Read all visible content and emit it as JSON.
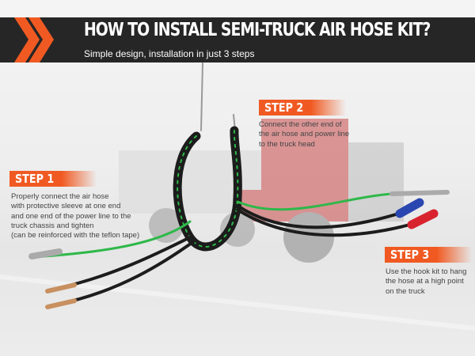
{
  "header": {
    "title": "HOW TO INSTALL SEMI-TRUCK AIR HOSE KIT?",
    "subtitle": "Simple design, installation in just 3 steps"
  },
  "steps": [
    {
      "label": "STEP 1",
      "lines": [
        "Properly connect the air hose",
        "with protective sleeve at one end",
        "and one end of the power line to the",
        "truck chassis and tighten",
        "(can be reinforced with the teflon tape)"
      ]
    },
    {
      "label": "STEP 2",
      "lines": [
        "Connect the other end of",
        "the air hose and power line",
        "to the truck head"
      ]
    },
    {
      "label": "STEP 3",
      "lines": [
        "Use the hook kit to hang",
        "the hose at a high point",
        "on the truck"
      ]
    }
  ],
  "colors": {
    "accent": "#f05a22",
    "banner": "#262626",
    "hose_green": "#2fb84a",
    "gladhand_blue": "#2a46b0",
    "gladhand_red": "#d8232f"
  }
}
